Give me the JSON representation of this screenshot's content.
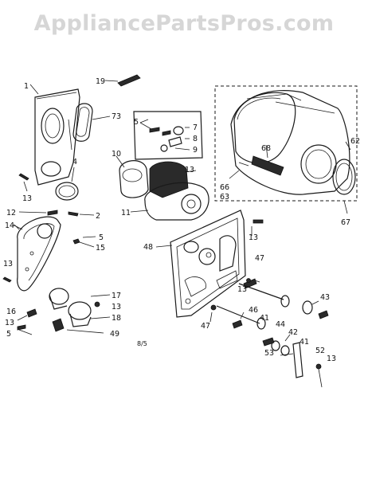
{
  "watermark": "AppliancePartsPros.com",
  "footer_code": "8/5",
  "callouts": {
    "c1": "1",
    "c2": "2",
    "c4": "4",
    "c5a": "5",
    "c5b": "5",
    "c5c": "5",
    "c7": "7",
    "c8": "8",
    "c9": "9",
    "c10": "10",
    "c11": "11",
    "c12": "12",
    "c13a": "13",
    "c13b": "13",
    "c13c": "13",
    "c13d": "13",
    "c13e": "13",
    "c13f": "13",
    "c13g": "13",
    "c13h": "13",
    "c14": "14",
    "c15": "15",
    "c16": "16",
    "c17": "17",
    "c18": "18",
    "c19": "19",
    "c41a": "41",
    "c41b": "41",
    "c42": "42",
    "c43": "43",
    "c44": "44",
    "c46": "46",
    "c47a": "47",
    "c47b": "47",
    "c48": "48",
    "c49": "49",
    "c52": "52",
    "c53": "53",
    "c62": "62",
    "c63": "63",
    "c66": "66",
    "c67": "67",
    "c68": "68",
    "c73": "73"
  }
}
